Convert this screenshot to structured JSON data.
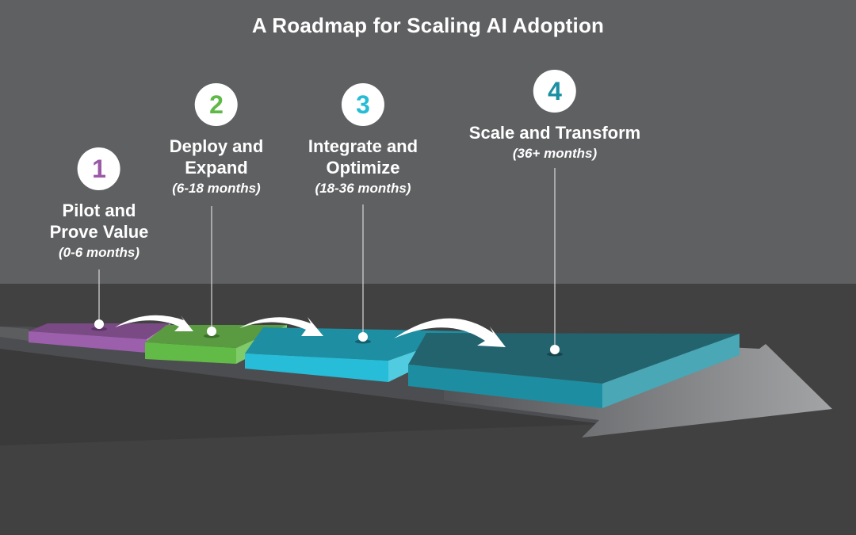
{
  "title": "A Roadmap for Scaling AI Adoption",
  "colors": {
    "sky": "#5f6062",
    "ground": "#414141",
    "step1": "#9b59a8",
    "step2": "#5fb946",
    "step3": "#27bcd6",
    "step4": "#1c8fa3",
    "arrow": "#ffffff"
  },
  "steps": [
    {
      "number": "1",
      "title_line1": "Pilot and",
      "title_line2": "Prove Value",
      "duration": "(0-6 months)",
      "color": "#9b59a8",
      "colors": {
        "top": "#7a4a85",
        "front": "#9c5fac",
        "side": "#b886c2",
        "shadow": "#5e3568"
      }
    },
    {
      "number": "2",
      "title_line1": "Deploy and",
      "title_line2": "Expand",
      "duration": "(6-18 months)",
      "color": "#5fb946",
      "colors": {
        "top": "#5a9a40",
        "front": "#62bb47",
        "side": "#7fcb6a",
        "shadow": "#3e6f2c"
      }
    },
    {
      "number": "3",
      "title_line1": "Integrate and",
      "title_line2": "Optimize",
      "duration": "(18-36 months)",
      "color": "#27bcd6",
      "colors": {
        "top": "#1e8ea2",
        "front": "#27bcd8",
        "side": "#50cbe0",
        "shadow": "#15606e"
      }
    },
    {
      "number": "4",
      "title_line1": "Scale and Transform",
      "title_line2": "",
      "duration": "(36+ months)",
      "color": "#1c8fa3",
      "colors": {
        "top": "#23636e",
        "front": "#1d8ea2",
        "side": "#49a7b6",
        "shadow": "#17444c"
      }
    }
  ]
}
